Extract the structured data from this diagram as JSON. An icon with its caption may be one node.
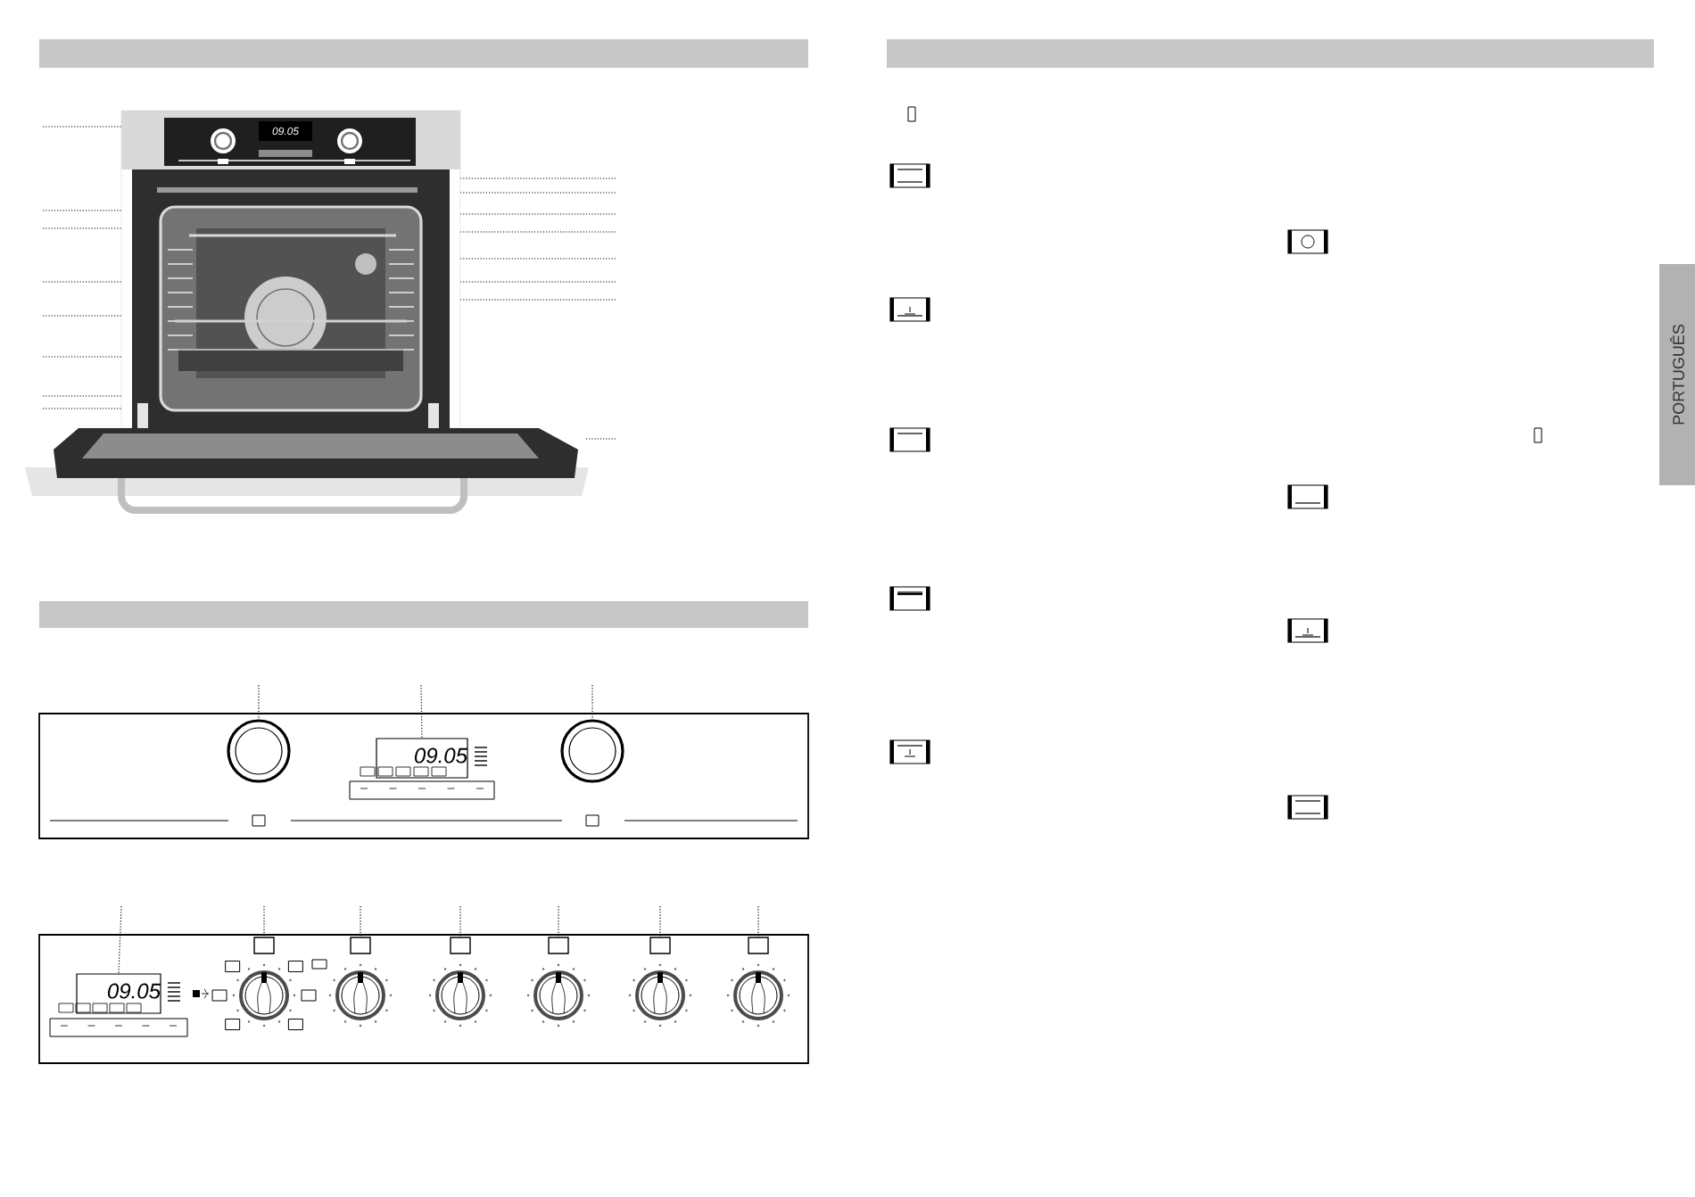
{
  "diagram": {
    "nodes": [
      {
        "text": [],
        "shape": "picture"
      },
      {
        "text": [
          "09.05"
        ],
        "in": 0
      },
      {
        "text": [],
        "shape": "picture"
      },
      {
        "text": [],
        "shape": "box"
      },
      {
        "text": [],
        "shape": "circle",
        "in": 3
      },
      {
        "text": [
          "09.05"
        ],
        "in": 3
      },
      {
        "text": [],
        "shape": "circle",
        "in": 3
      },
      {
        "text": [],
        "shape": "box"
      },
      {
        "text": [
          "09.05"
        ],
        "in": 7
      },
      {
        "text": [],
        "shape": "box",
        "in": 7
      },
      {
        "text": [],
        "shape": "box",
        "in": 7
      },
      {
        "text": [],
        "shape": "box",
        "in": 7
      },
      {
        "text": [],
        "shape": "box",
        "in": 7
      },
      {
        "text": [],
        "shape": "box",
        "in": 7
      },
      {
        "text": [],
        "shape": "box",
        "in": 7
      }
    ],
    "edges": [
      {
        "from": null,
        "to": 0,
        "arrow": "none"
      },
      {
        "from": null,
        "to": 0,
        "arrow": "none"
      },
      {
        "from": null,
        "to": 0,
        "arrow": "none"
      },
      {
        "from": null,
        "to": 0,
        "arrow": "none"
      },
      {
        "from": null,
        "to": 0,
        "arrow": "none"
      },
      {
        "from": null,
        "to": 0,
        "arrow": "none"
      },
      {
        "from": null,
        "to": 0,
        "arrow": "none"
      },
      {
        "from": null,
        "to": 0,
        "arrow": "none"
      },
      {
        "from": null,
        "to": 0,
        "arrow": "none"
      },
      {
        "from": null,
        "to": 0,
        "arrow": "none"
      },
      {
        "from": null,
        "to": 0,
        "arrow": "none"
      },
      {
        "from": null,
        "to": 0,
        "arrow": "none"
      },
      {
        "from": null,
        "to": 0,
        "arrow": "none"
      },
      {
        "from": null,
        "to": 0,
        "arrow": "none"
      },
      {
        "from": null,
        "to": 0,
        "arrow": "none"
      },
      {
        "from": null,
        "to": 2,
        "arrow": "none"
      },
      {
        "from": null,
        "to": 4,
        "arrow": "none"
      },
      {
        "from": null,
        "to": 5,
        "arrow": "none"
      },
      {
        "from": null,
        "to": 6,
        "arrow": "none"
      },
      {
        "from": null,
        "to": 8,
        "arrow": "none"
      },
      {
        "from": null,
        "to": 9,
        "arrow": "none"
      },
      {
        "from": null,
        "to": 10,
        "arrow": "none"
      },
      {
        "from": null,
        "to": 11,
        "arrow": "none"
      },
      {
        "from": null,
        "to": 12,
        "arrow": "none"
      },
      {
        "from": null,
        "to": 13,
        "arrow": "none"
      },
      {
        "from": null,
        "to": 14,
        "arrow": "none"
      }
    ],
    "labels": [
      "PORTUGUÊS"
    ]
  }
}
